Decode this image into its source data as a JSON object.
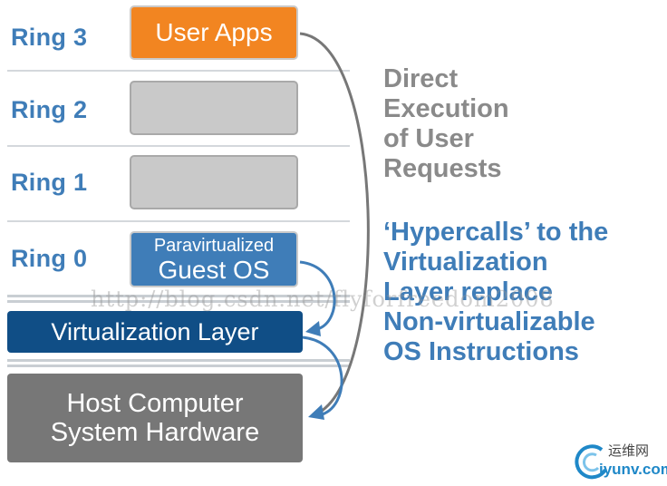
{
  "rings": [
    {
      "label": "Ring 3"
    },
    {
      "label": "Ring 2"
    },
    {
      "label": "Ring 1"
    },
    {
      "label": "Ring 0"
    }
  ],
  "boxes": {
    "user_apps": "User Apps",
    "guest_os_top": "Paravirtualized",
    "guest_os_bottom": "Guest OS",
    "virtualization_layer": "Virtualization Layer",
    "hardware_line1": "Host Computer",
    "hardware_line2": "System Hardware"
  },
  "direct_execution": [
    "Direct",
    "Execution",
    "of User",
    "Requests"
  ],
  "hypercalls": [
    "‘Hypercalls’ to the",
    "Virtualization",
    "Layer replace",
    "Non-virtualizable",
    "OS Instructions"
  ],
  "watermark": "http://blog.csdn.net/flyforfreedom2008",
  "logo": {
    "chinese": "运维网",
    "domain": "iyunv.com"
  },
  "colors": {
    "orange": "#f28521",
    "blue": "#3f7db8",
    "dark_blue": "#104e86",
    "gray_box": "#c9c9c9",
    "hardware": "#777777",
    "gray_text": "#8a8a8a"
  }
}
